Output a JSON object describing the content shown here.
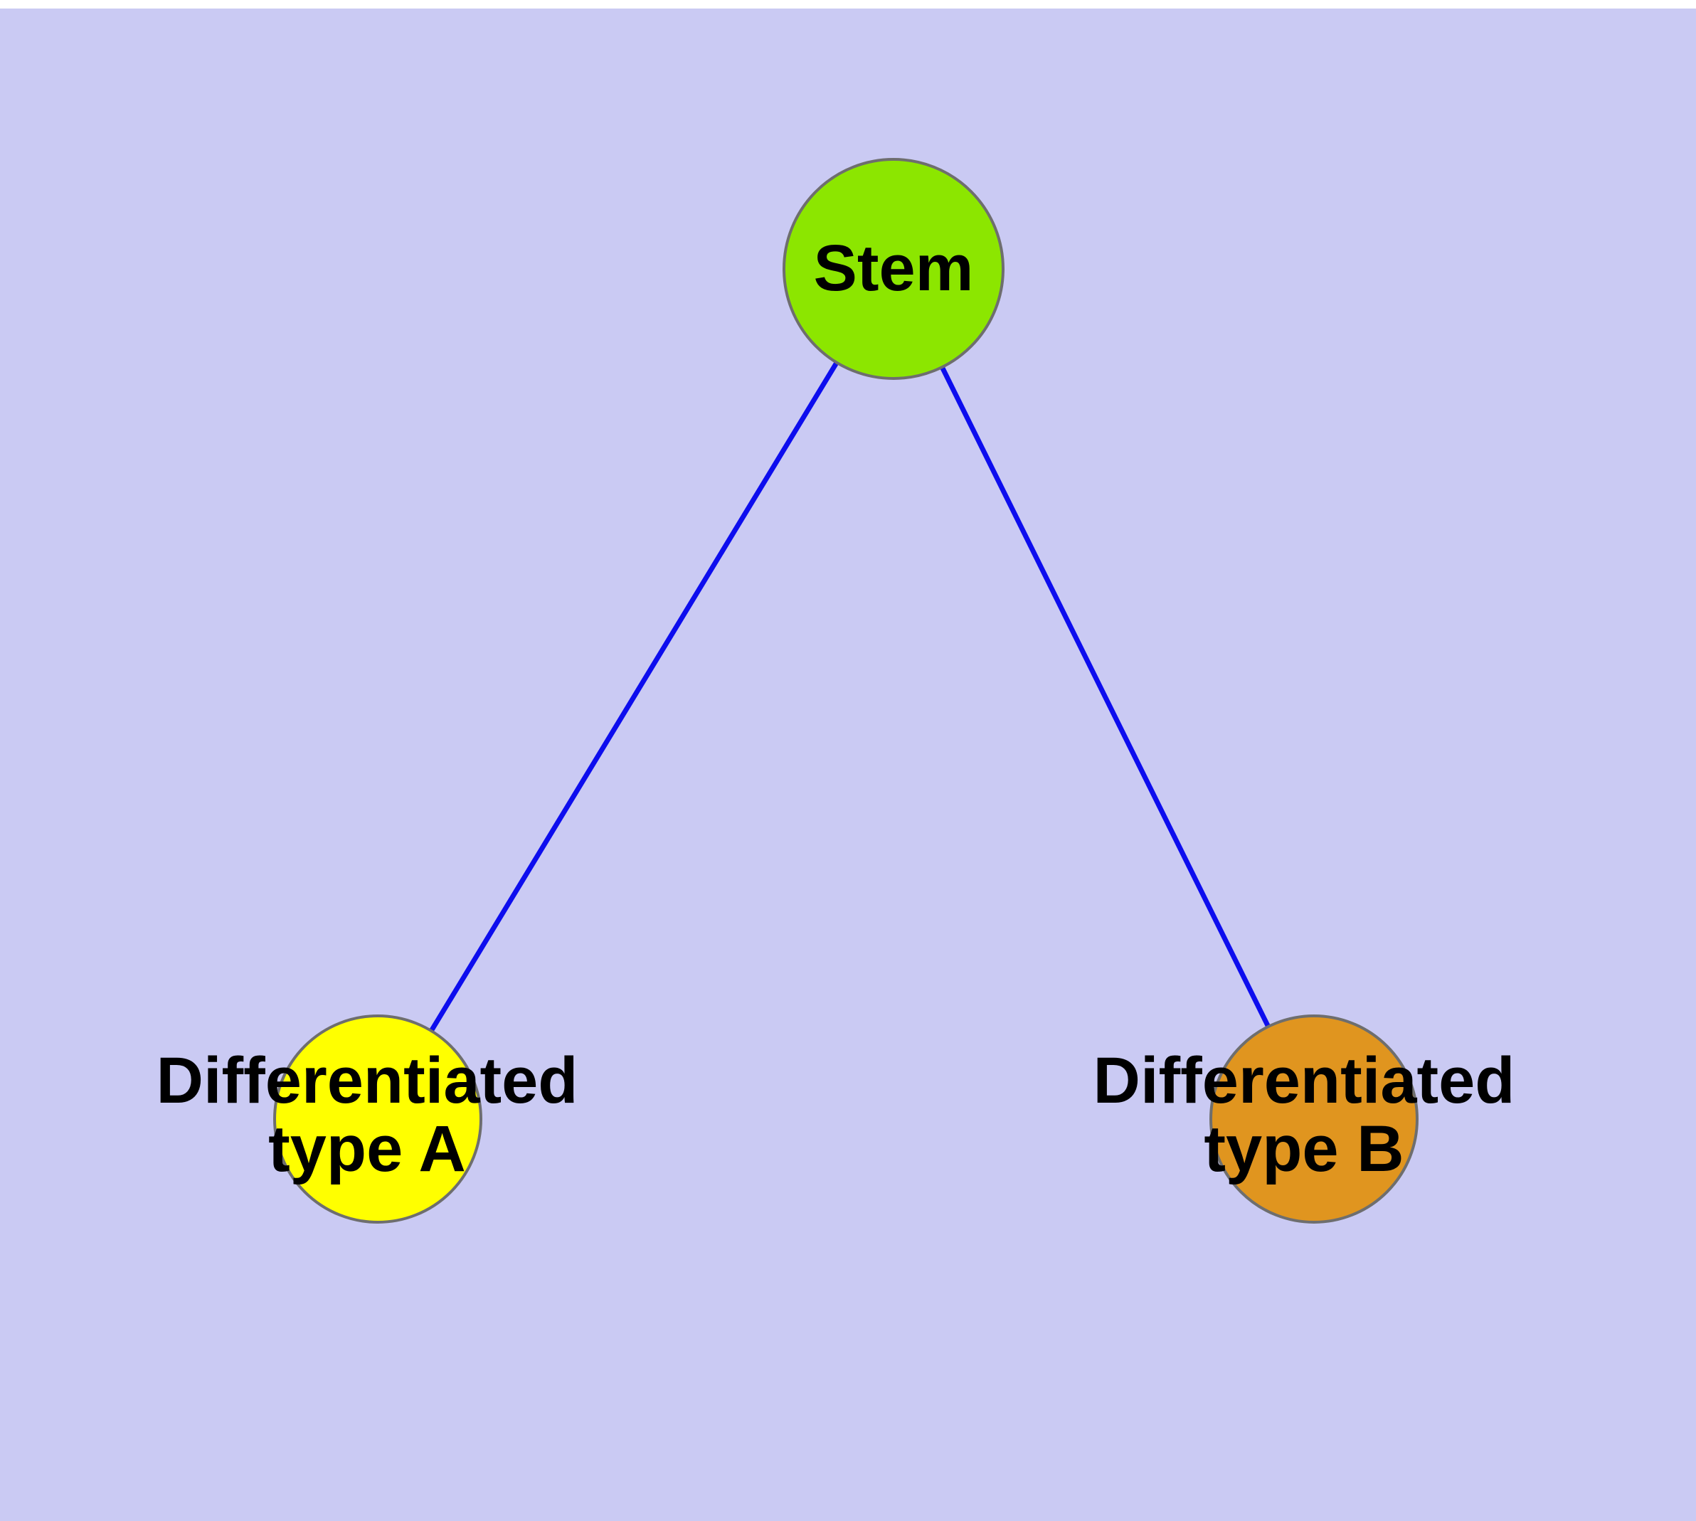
{
  "diagram": {
    "background_color": "#cacaf3",
    "edge_color": "#0d0dee",
    "node_border_color": "#6e6e6e",
    "nodes": [
      {
        "id": "stem",
        "label": "Stem",
        "line1": "Stem",
        "line2": "",
        "color": "#8ce600"
      },
      {
        "id": "differentiated-type-a",
        "label": "Differentiated type A",
        "line1": "Differentiated",
        "line2": "type A",
        "color": "#ffff00"
      },
      {
        "id": "differentiated-type-b",
        "label": "Differentiated type B",
        "line1": "Differentiated",
        "line2": "type B",
        "color": "#e0951f"
      }
    ],
    "edges": [
      {
        "from": "stem",
        "to": "differentiated-type-a"
      },
      {
        "from": "stem",
        "to": "differentiated-type-b"
      }
    ]
  }
}
